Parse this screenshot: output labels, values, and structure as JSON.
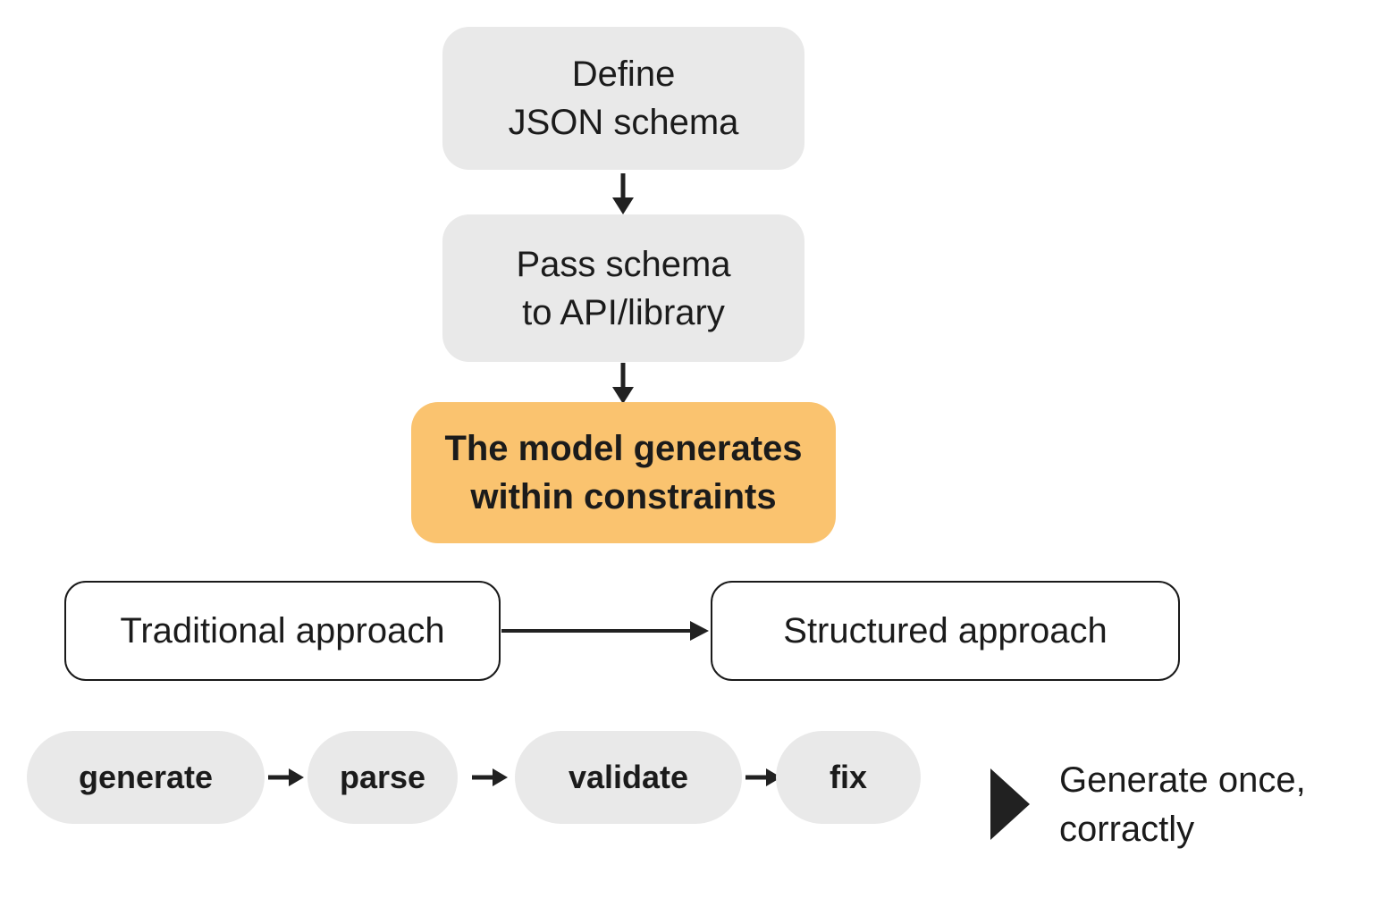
{
  "colors": {
    "background": "#ffffff",
    "gray_box": "#e9e9e9",
    "orange_box": "#fac36f",
    "text": "#1b1b1b",
    "outline": "#1a1a1a",
    "arrow": "#212121"
  },
  "flow": {
    "steps": [
      {
        "name": "define-json-schema",
        "line1": "Define",
        "line2": "JSON schema",
        "highlight": false
      },
      {
        "name": "pass-schema-to-api",
        "line1": "Pass schema",
        "line2": "to API/library",
        "highlight": false
      },
      {
        "name": "model-generates-within-constraints",
        "line1": "The model generates",
        "line2": "within constraints",
        "highlight": true
      }
    ]
  },
  "comparison": {
    "left_label": "Traditional approach",
    "right_label": "Structured approach"
  },
  "pipeline": {
    "steps": [
      "generate",
      "parse",
      "validate",
      "fix"
    ]
  },
  "callout": {
    "line1": "Generate once,",
    "line2": "corractly"
  },
  "icons": {
    "down_arrow": "arrow-down-icon",
    "right_arrow": "arrow-right-icon",
    "triangle": "play-triangle-icon"
  }
}
